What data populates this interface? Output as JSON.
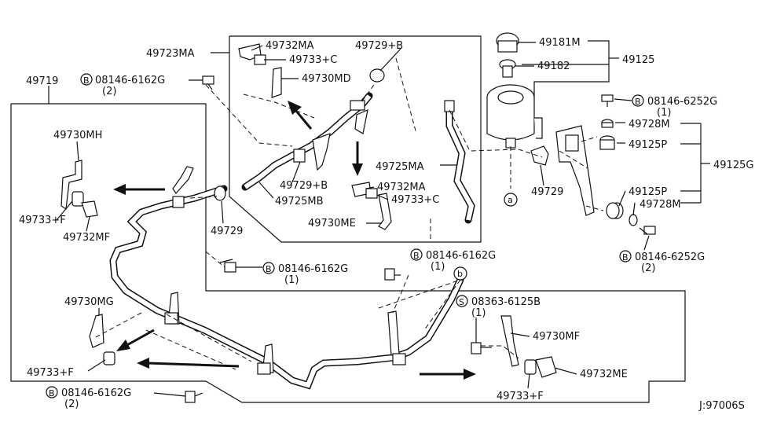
{
  "diagram": {
    "labels": {
      "p49719": "49719",
      "p49723MA": "49723MA",
      "p49732MA_top": "49732MA",
      "p49733C_top": "49733+C",
      "p49730MD": "49730MD",
      "p49729B_top": "49729+B",
      "p49729B_mid": "49729+B",
      "p49725MB": "49725MB",
      "p49732MA_mid": "49732MA",
      "p49733C_mid": "49733+C",
      "p49730ME": "49730ME",
      "p49725MA": "49725MA",
      "p49729_left": "49729",
      "p49729_right": "49729",
      "p49181M": "49181M",
      "p49182": "49182",
      "p49125": "49125",
      "p49728M_top": "49728M",
      "p49125P_top": "49125P",
      "p49125G": "49125G",
      "p49125P_bot": "49125P",
      "p49728M_bot": "49728M",
      "p49730MH": "49730MH",
      "p49733F_left": "49733+F",
      "p49732MF": "49732MF",
      "p49730MG": "49730MG",
      "p49733F_lower": "49733+F",
      "p49730MF": "49730MF",
      "p49732ME": "49732ME",
      "p49733F_right": "49733+F"
    },
    "bolts": {
      "b1_code": "08146-6162G",
      "b1_qty": "(2)",
      "b2_code": "08146-6162G",
      "b2_qty": "(1)",
      "b3_code": "08146-6162G",
      "b3_qty": "(1)",
      "b4_code": "08146-6162G",
      "b4_qty": "(2)",
      "b5_code": "08146-6252G",
      "b5_qty": "(1)",
      "b6_code": "08146-6252G",
      "b6_qty": "(2)",
      "s1_code": "08363-6125B",
      "s1_qty": "(1)"
    },
    "markers": {
      "bolt_letter": "B",
      "screw_letter": "S",
      "ref_a": "a",
      "ref_b": "b"
    },
    "diagram_code": "J:97006S"
  }
}
